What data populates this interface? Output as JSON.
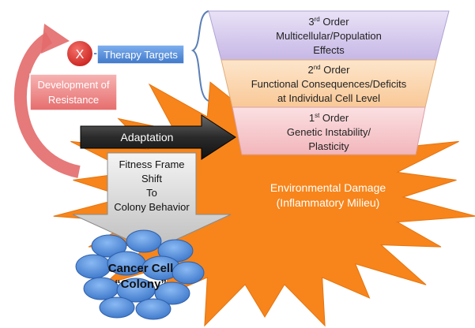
{
  "therapy_targets": {
    "label": "Therapy Targets",
    "x_mark": "X"
  },
  "resistance": {
    "line1": "Development of",
    "line2": "Resistance"
  },
  "adaptation": {
    "label": "Adaptation"
  },
  "fitness_shift": {
    "line1": "Fitness Frame",
    "line2": "Shift",
    "line3": "To",
    "line4": "Colony Behavior"
  },
  "environment": {
    "line1": "Environmental Damage",
    "line2": "(Inflammatory Milieu)"
  },
  "colony": {
    "line1": "Cancer Cell",
    "line2": "“Colony”"
  },
  "orders": [
    {
      "num": "3",
      "sup": "rd",
      "word": " Order",
      "line1": "Multicellular/Population",
      "line2": "Effects",
      "color": "#cfc2ea"
    },
    {
      "num": "2",
      "sup": "nd",
      "word": " Order",
      "line1": "Functional Consequences/Deficits",
      "line2": "at Individual Cell Level",
      "color": "#fbd7b2"
    },
    {
      "num": "1",
      "sup": "st",
      "word": " Order",
      "line1": "Genetic Instability/",
      "line2": "Plasticity",
      "color": "#f7c9cd"
    }
  ],
  "colors": {
    "burst": "#f7851b",
    "environment_text": "#ffffff",
    "therapy_box": "#5b8fd6",
    "x_circle": "#e2302c",
    "resistance_box": "#f18a8a",
    "curved_arrow": "#e36a6a",
    "adaptation_arrow": "#333333",
    "down_arrow": "#d0d0d0",
    "cells": "#4f8ee0"
  }
}
